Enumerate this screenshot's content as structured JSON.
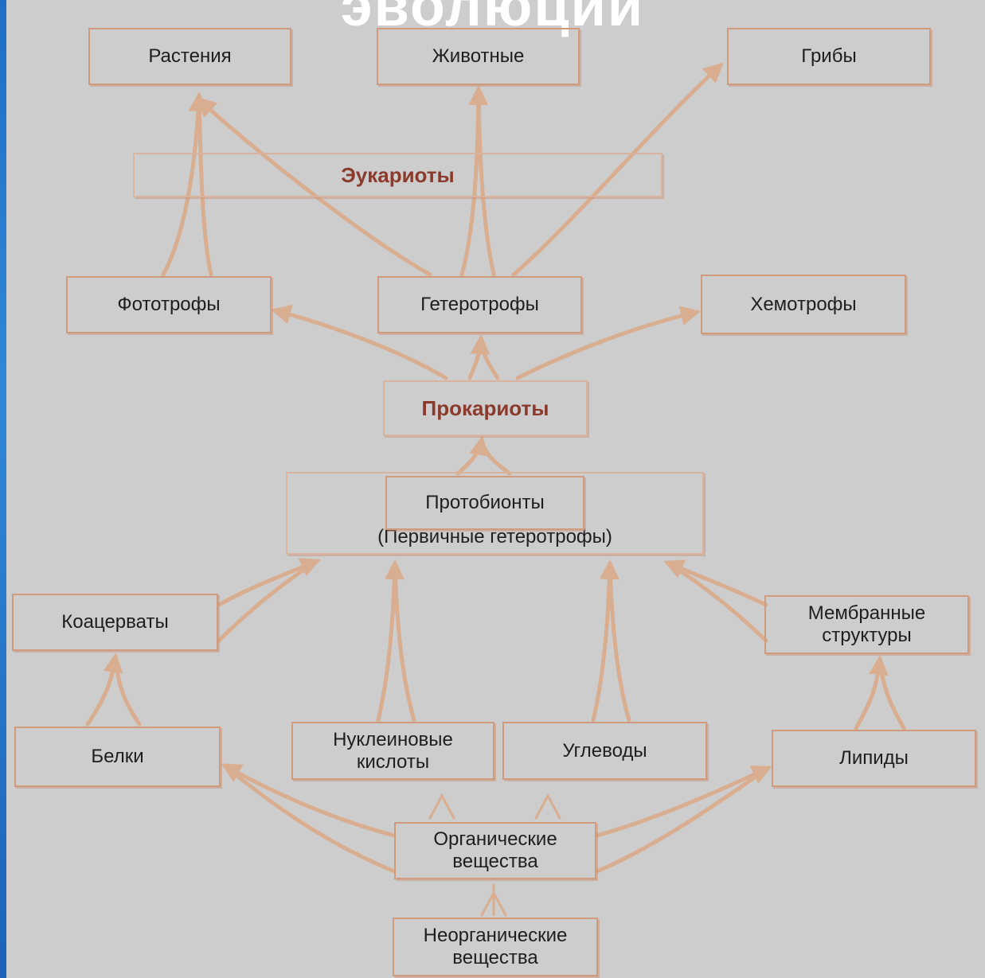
{
  "title": "эволюции",
  "nodes": {
    "rasteniya": "Растения",
    "zhivotnye": "Животные",
    "griby": "Грибы",
    "eukarioty": "Эукариоты",
    "fototrofy": "Фототрофы",
    "geterotrofy": "Гетеротрофы",
    "hemotrofy": "Хемотрофы",
    "prokarioty": "Прокариоты",
    "protobionty": "Протобионты",
    "pervichnye": "(Первичные гетеротрофы)",
    "koatservaty": "Коацерваты",
    "membrannye": "Мембранные структуры",
    "belki": "Белки",
    "nukleinovye": "Нуклеиновые кислоты",
    "uglevody": "Углеводы",
    "lipidy": "Липиды",
    "organicheskie": "Органические вещества",
    "neorganicheskie": "Неорганические вещества"
  },
  "colors": {
    "arrow": "#d9ad8f",
    "border": "#d09a7c",
    "panel": "#cdcdcd",
    "emphasis": "#8b3a2c",
    "background": "#2f89d8"
  }
}
